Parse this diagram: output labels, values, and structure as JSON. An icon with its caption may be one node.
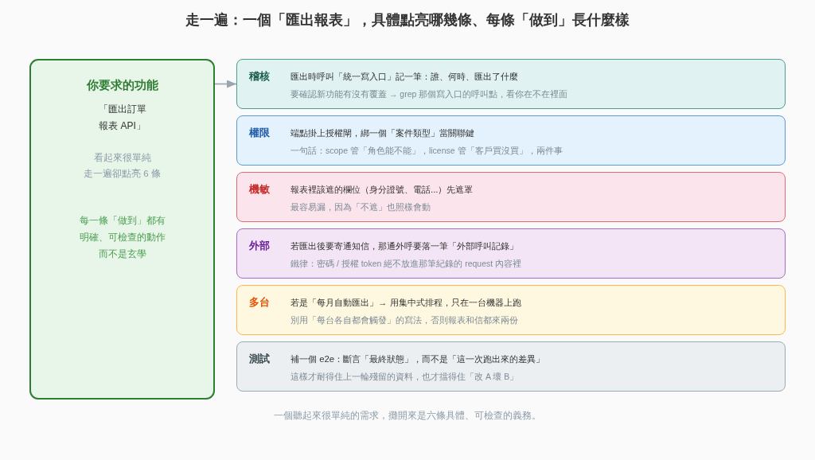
{
  "diagram": {
    "title": "走一遍：一個「匯出報表」，具體點亮哪幾條、每條「做到」長什麼樣",
    "caption": "一個聽起來很單純的需求，攤開來是六條具體、可檢查的義務。",
    "nodes": [
      {
        "text": [
          "你要求的功能",
          "「匯出訂單報表 API」",
          "看起來很單純",
          "走一遍卻點亮 6 條",
          "每一條「做到」都有明確、可檢查的動作而不是玄學"
        ]
      },
      {
        "text": [
          "稽核",
          "匯出時呼叫「統一寫入口」記一筆：誰、何時、匯出了什麼",
          "要確認新功能有沒有覆蓋 → grep 那個寫入口的呼叫點，看你在不在裡面"
        ]
      },
      {
        "text": [
          "權限",
          "端點掛上授權閘，綁一個「案件類型」當關聯鍵",
          "一句話：scope 管「角色能不能」，license 管「客戶買沒買」，兩件事"
        ]
      },
      {
        "text": [
          "機敏",
          "報表裡該遮的欄位（身分證號、電話...）先遮罩",
          "最容易漏，因為「不遮」也照樣會動"
        ]
      },
      {
        "text": [
          "外部",
          "若匯出後要寄通知信，那通外呼要落一筆「外部呼叫記錄」",
          "鐵律：密碼 / 授權 token 絕不放進那筆紀錄的 request 內容裡"
        ]
      },
      {
        "text": [
          "多台",
          "若是「每月自動匯出」→ 用集中式排程，只在一台機器上跑",
          "別用「每台各自都會觸發」的寫法，否則報表和信都來兩份"
        ]
      },
      {
        "text": [
          "測試",
          "補一個 e2e：斷言「最終狀態」，而不是「這一次跑出來的差異」",
          "這樣才耐得住上一輪殘留的資料，也才擋得住「改 A 壞 B」"
        ]
      }
    ],
    "edges": [
      {
        "from": 0,
        "to": 1,
        "arrow": "to"
      }
    ]
  }
}
